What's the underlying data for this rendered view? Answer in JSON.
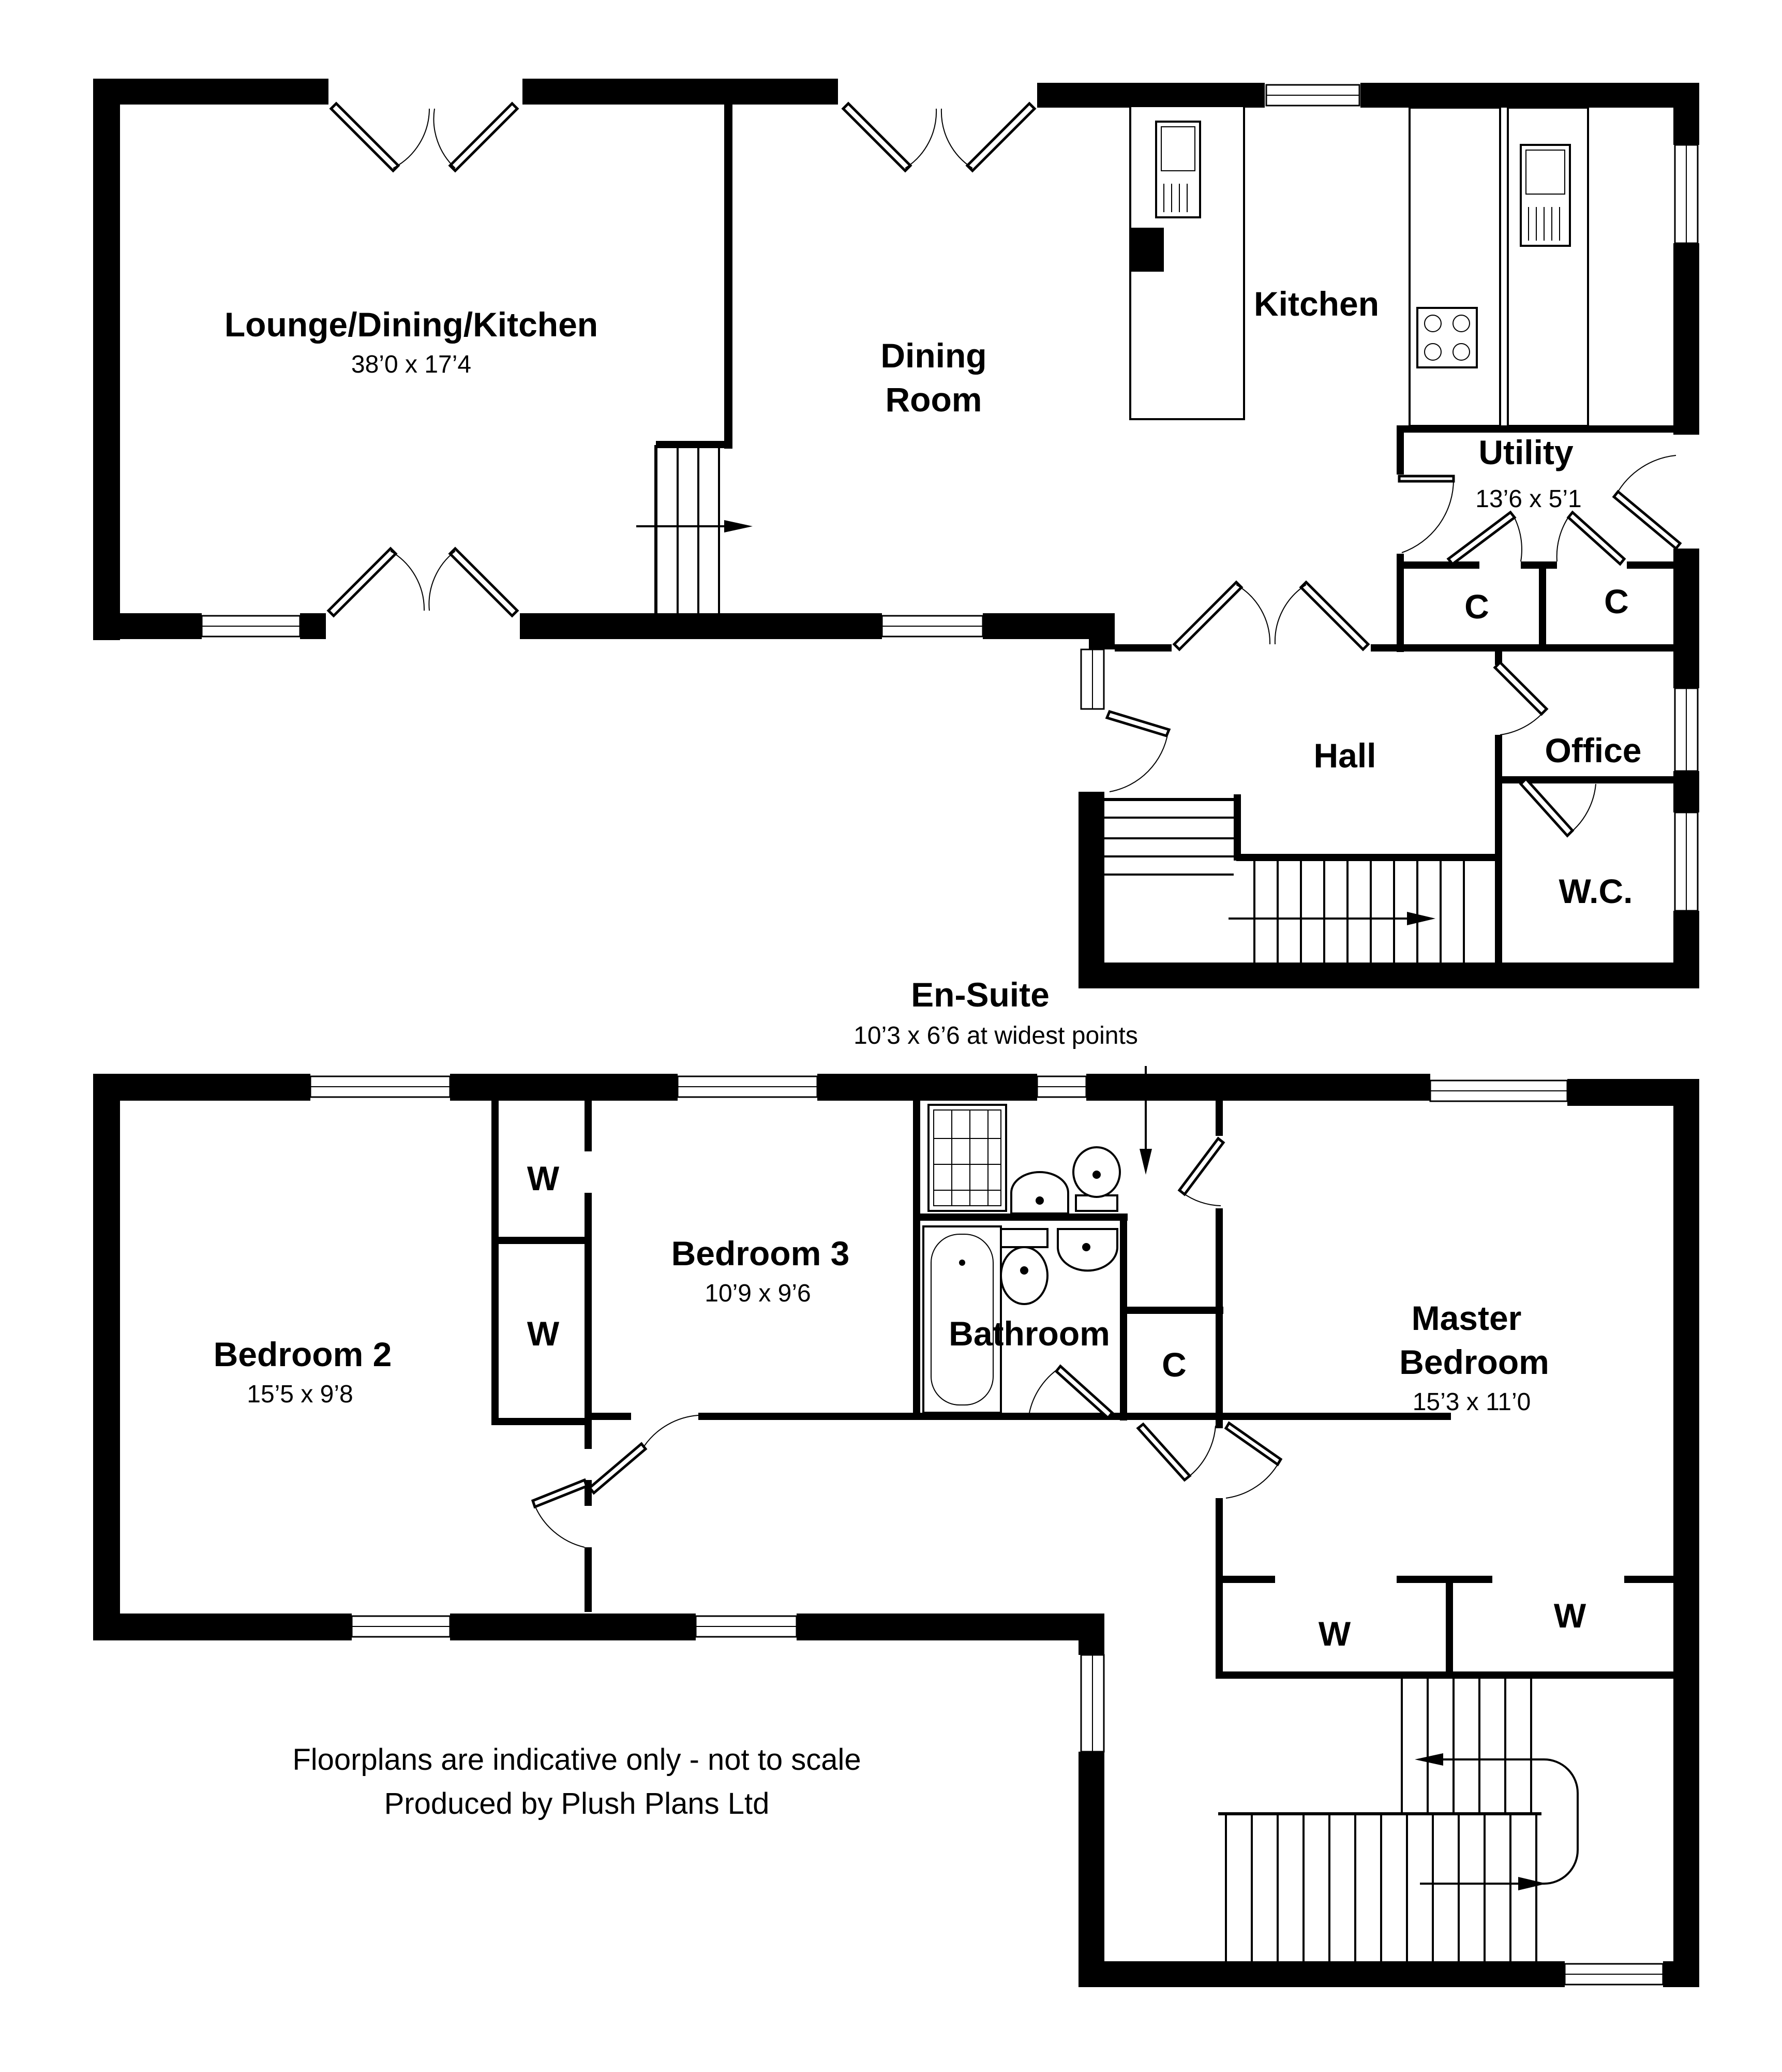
{
  "ground_floor": {
    "lounge": {
      "name": "Lounge/Dining/Kitchen",
      "size": "38’0 x 17’4"
    },
    "dining": {
      "name_line1": "Dining",
      "name_line2": "Room"
    },
    "kitchen": {
      "name": "Kitchen"
    },
    "utility": {
      "name": "Utility",
      "size": "13’6 x 5’1"
    },
    "cupboard_a": {
      "name": "C"
    },
    "cupboard_b": {
      "name": "C"
    },
    "hall": {
      "name": "Hall"
    },
    "office": {
      "name": "Office"
    },
    "wc": {
      "name": "W.C."
    }
  },
  "first_floor": {
    "ensuite": {
      "name": "En-Suite",
      "size": "10’3 x 6’6 at widest points"
    },
    "bedroom2": {
      "name": "Bedroom 2",
      "size": "15’5 x 9’8"
    },
    "wardrobe_a": {
      "name": "W"
    },
    "wardrobe_b": {
      "name": "W"
    },
    "bedroom3": {
      "name": "Bedroom 3",
      "size": "10’9 x 9’6"
    },
    "bathroom": {
      "name": "Bathroom"
    },
    "cupboard": {
      "name": "C"
    },
    "master": {
      "name_line1": "Master",
      "name_line2": "Bedroom",
      "size": "15’3 x 11’0"
    },
    "wardrobe_c": {
      "name": "W"
    },
    "wardrobe_d": {
      "name": "W"
    }
  },
  "footer": {
    "disclaimer": "Floorplans are indicative only - not to scale",
    "credit": "Produced by Plush Plans Ltd"
  }
}
